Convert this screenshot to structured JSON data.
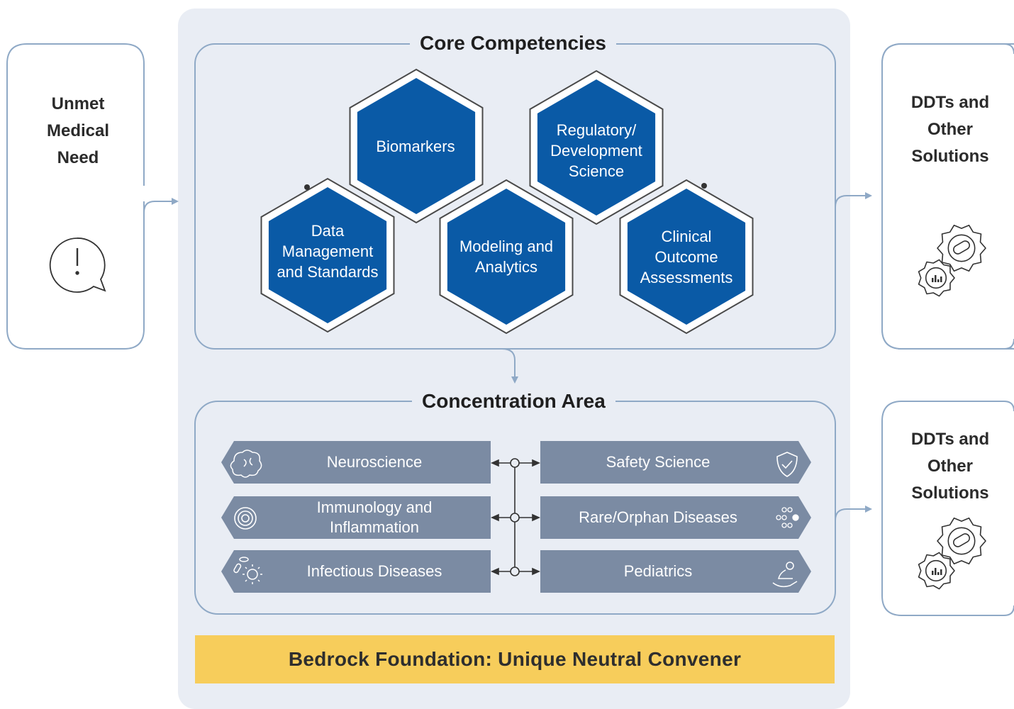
{
  "left_box": {
    "title": "Unmet Medical Need",
    "icon": "speech-bubble-exclamation-icon"
  },
  "core": {
    "title": "Core Competencies",
    "hexagons": [
      {
        "label": "Biomarkers"
      },
      {
        "label": "Regulatory/ Development Science"
      },
      {
        "label": "Data Management and Standards"
      },
      {
        "label": "Modeling and Analytics"
      },
      {
        "label": "Clinical Outcome Assessments"
      }
    ]
  },
  "concentration": {
    "title": "Concentration Area",
    "left_items": [
      {
        "label": "Neuroscience",
        "icon": "brain-icon"
      },
      {
        "label": "Immunology and Inflammation",
        "icon": "concentric-circles-icon"
      },
      {
        "label": "Infectious Diseases",
        "icon": "pathogen-icon"
      }
    ],
    "right_items": [
      {
        "label": "Safety Science",
        "icon": "shield-check-icon"
      },
      {
        "label": "Rare/Orphan Diseases",
        "icon": "dots-cluster-icon"
      },
      {
        "label": "Pediatrics",
        "icon": "baby-hand-icon"
      }
    ]
  },
  "right_boxes": [
    {
      "title": "DDTs and Other Solutions",
      "icon": "gears-icon"
    },
    {
      "title": "DDTs and Other Solutions",
      "icon": "gears-icon"
    }
  ],
  "bedrock": {
    "label": "Bedrock Foundation: Unique Neutral Convener"
  },
  "colors": {
    "hex_fill": "#0a5aa6",
    "hex_outline": "#4a4a4a",
    "panel_bg": "#e9edf4",
    "box_border": "#8fa9c6",
    "bar_fill": "#7b8ba3",
    "bedrock_fill": "#f7cd5b"
  }
}
